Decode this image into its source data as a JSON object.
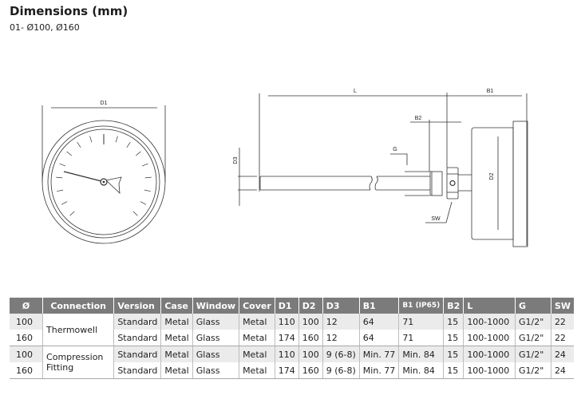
{
  "header": {
    "title": "Dimensions (mm)",
    "subtitle": "01- Ø100, Ø160"
  },
  "drawing": {
    "front_view": {
      "label_d1": "D1"
    },
    "side_view": {
      "label_l": "L",
      "label_b1": "B1",
      "label_b2": "B2",
      "label_g": "G",
      "label_d3": "D3",
      "label_d2": "D2",
      "label_sw": "SW"
    }
  },
  "table": {
    "headers": [
      "Ø",
      "Connection",
      "Version",
      "Case",
      "Window",
      "Cover",
      "D1",
      "D2",
      "D3",
      "B1",
      "B1 (IP65)",
      "B2",
      "L",
      "G",
      "SW"
    ],
    "groups": [
      {
        "connection": "Thermowell",
        "rows": [
          {
            "dia": "100",
            "version": "Standard",
            "case": "Metal",
            "window": "Glass",
            "cover": "Metal",
            "d1": "110",
            "d2": "100",
            "d3": "12",
            "b1": "64",
            "b1_ip65": "71",
            "b2": "15",
            "l": "100-1000",
            "g": "G1/2\"",
            "sw": "22"
          },
          {
            "dia": "160",
            "version": "Standard",
            "case": "Metal",
            "window": "Glass",
            "cover": "Metal",
            "d1": "174",
            "d2": "160",
            "d3": "12",
            "b1": "64",
            "b1_ip65": "71",
            "b2": "15",
            "l": "100-1000",
            "g": "G1/2\"",
            "sw": "22"
          }
        ]
      },
      {
        "connection_line1": "Compression",
        "connection_line2": "Fitting",
        "rows": [
          {
            "dia": "100",
            "version": "Standard",
            "case": "Metal",
            "window": "Glass",
            "cover": "Metal",
            "d1": "110",
            "d2": "100",
            "d3": "9 (6-8)",
            "b1": "Min. 77",
            "b1_ip65": "Min. 84",
            "b2": "15",
            "l": "100-1000",
            "g": "G1/2\"",
            "sw": "24"
          },
          {
            "dia": "160",
            "version": "Standard",
            "case": "Metal",
            "window": "Glass",
            "cover": "Metal",
            "d1": "174",
            "d2": "160",
            "d3": "9 (6-8)",
            "b1": "Min. 77",
            "b1_ip65": "Min. 84",
            "b2": "15",
            "l": "100-1000",
            "g": "G1/2\"",
            "sw": "24"
          }
        ]
      }
    ]
  }
}
